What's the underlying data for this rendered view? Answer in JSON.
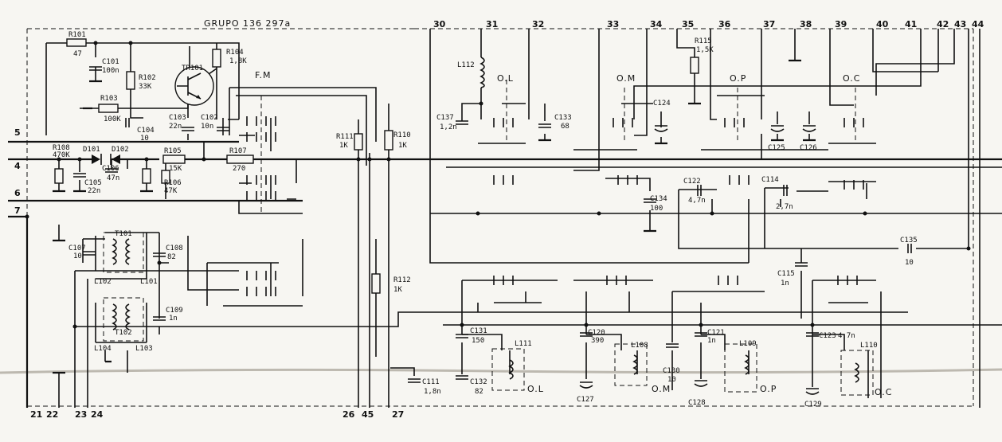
{
  "title": "GRUPO 136 297a",
  "band_labels": [
    "F.M",
    "O.L",
    "O.M",
    "O.P",
    "O.C"
  ],
  "top_terminals": [
    "30",
    "31",
    "32",
    "33",
    "34",
    "35",
    "36",
    "37",
    "38",
    "39",
    "40",
    "41",
    "42",
    "43",
    "44"
  ],
  "bottom_terminals": [
    "21",
    "22",
    "23",
    "24",
    "26",
    "45",
    "27"
  ],
  "left_terminals": [
    "5",
    "4",
    "6",
    "7"
  ],
  "components": [
    {
      "ref": "R101",
      "value": "47"
    },
    {
      "ref": "C101",
      "value": "100n"
    },
    {
      "ref": "R102",
      "value": "33K"
    },
    {
      "ref": "TR101",
      "value": ""
    },
    {
      "ref": "R104",
      "value": "1,8K"
    },
    {
      "ref": "R103",
      "value": "100K"
    },
    {
      "ref": "C104",
      "value": "10"
    },
    {
      "ref": "C103",
      "value": "22n"
    },
    {
      "ref": "C102",
      "value": "10n"
    },
    {
      "ref": "R108",
      "value": "470K"
    },
    {
      "ref": "D101",
      "value": ""
    },
    {
      "ref": "D102",
      "value": ""
    },
    {
      "ref": "R105",
      "value": "15K"
    },
    {
      "ref": "R107",
      "value": "270"
    },
    {
      "ref": "C105",
      "value": "22n"
    },
    {
      "ref": "C106",
      "value": "47n"
    },
    {
      "ref": "R106",
      "value": "47K"
    },
    {
      "ref": "R111",
      "value": "1K"
    },
    {
      "ref": "R110",
      "value": "1K"
    },
    {
      "ref": "C107",
      "value": "10"
    },
    {
      "ref": "T101",
      "value": ""
    },
    {
      "ref": "C108",
      "value": "82"
    },
    {
      "ref": "L102",
      "value": ""
    },
    {
      "ref": "L101",
      "value": ""
    },
    {
      "ref": "C109",
      "value": "1n"
    },
    {
      "ref": "T102",
      "value": ""
    },
    {
      "ref": "L104",
      "value": ""
    },
    {
      "ref": "L103",
      "value": ""
    },
    {
      "ref": "R112",
      "value": "1K"
    },
    {
      "ref": "L112",
      "value": ""
    },
    {
      "ref": "C137",
      "value": "1,2n"
    },
    {
      "ref": "C133",
      "value": "68"
    },
    {
      "ref": "C124",
      "value": ""
    },
    {
      "ref": "R115",
      "value": "1,5K"
    },
    {
      "ref": "C125",
      "value": ""
    },
    {
      "ref": "C126",
      "value": ""
    },
    {
      "ref": "C134",
      "value": "100"
    },
    {
      "ref": "C122",
      "value": "4,7n"
    },
    {
      "ref": "C114",
      "value": "2,7n"
    },
    {
      "ref": "C135",
      "value": "10"
    },
    {
      "ref": "C115",
      "value": "1n"
    },
    {
      "ref": "C131",
      "value": "150"
    },
    {
      "ref": "L111",
      "value": ""
    },
    {
      "ref": "C120",
      "value": "390"
    },
    {
      "ref": "L108",
      "value": ""
    },
    {
      "ref": "C121",
      "value": "1n"
    },
    {
      "ref": "L109",
      "value": ""
    },
    {
      "ref": "C123",
      "value": "4,7n"
    },
    {
      "ref": "L110",
      "value": ""
    },
    {
      "ref": "C111",
      "value": "1,8n"
    },
    {
      "ref": "C132",
      "value": "82"
    },
    {
      "ref": "C127",
      "value": ""
    },
    {
      "ref": "C130",
      "value": "10"
    },
    {
      "ref": "C128",
      "value": ""
    },
    {
      "ref": "C129",
      "value": ""
    }
  ]
}
